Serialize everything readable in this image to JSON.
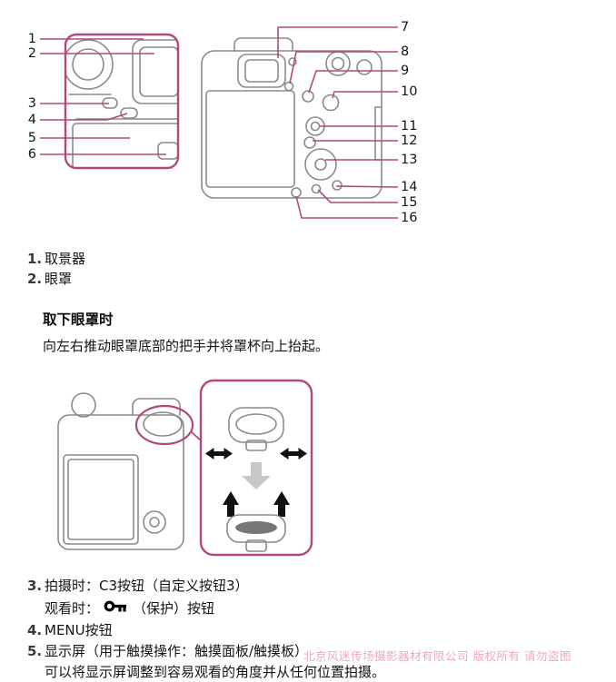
{
  "page": {
    "accent_color": "#b2497d",
    "art_color": "#8a8a8a",
    "background": "#ffffff"
  },
  "diagram": {
    "callouts": [
      "1",
      "2",
      "3",
      "4",
      "5",
      "6",
      "7",
      "8",
      "9",
      "10",
      "11",
      "12",
      "13",
      "14",
      "15",
      "16"
    ]
  },
  "parts_list": {
    "item1_num": "1.",
    "item1_text": "取景器",
    "item2_num": "2.",
    "item2_text": "眼罩"
  },
  "eyecup_section": {
    "heading": "取下眼罩时",
    "instruction": "向左右推动眼罩底部的把手并将罩杯向上抬起。"
  },
  "parts_list2": {
    "item3_num": "3.",
    "item3_line1": "拍摄时：C3按钮（自定义按钮3）",
    "item3_line2_prefix": "观看时：",
    "item3_icon": "protect-key-icon",
    "item3_line2_suffix": "（保护）按钮",
    "item4_num": "4.",
    "item4_text": "MENU按钮",
    "item5_num": "5.",
    "item5_text": "显示屏（用于触摸操作：触摸面板/触摸板）",
    "item5_note": "可以将显示屏调整到容易观看的角度并从任何位置拍摄。"
  },
  "watermark": "北京风迷传场摄影器材有限公司 版权所有 请勿盗图"
}
